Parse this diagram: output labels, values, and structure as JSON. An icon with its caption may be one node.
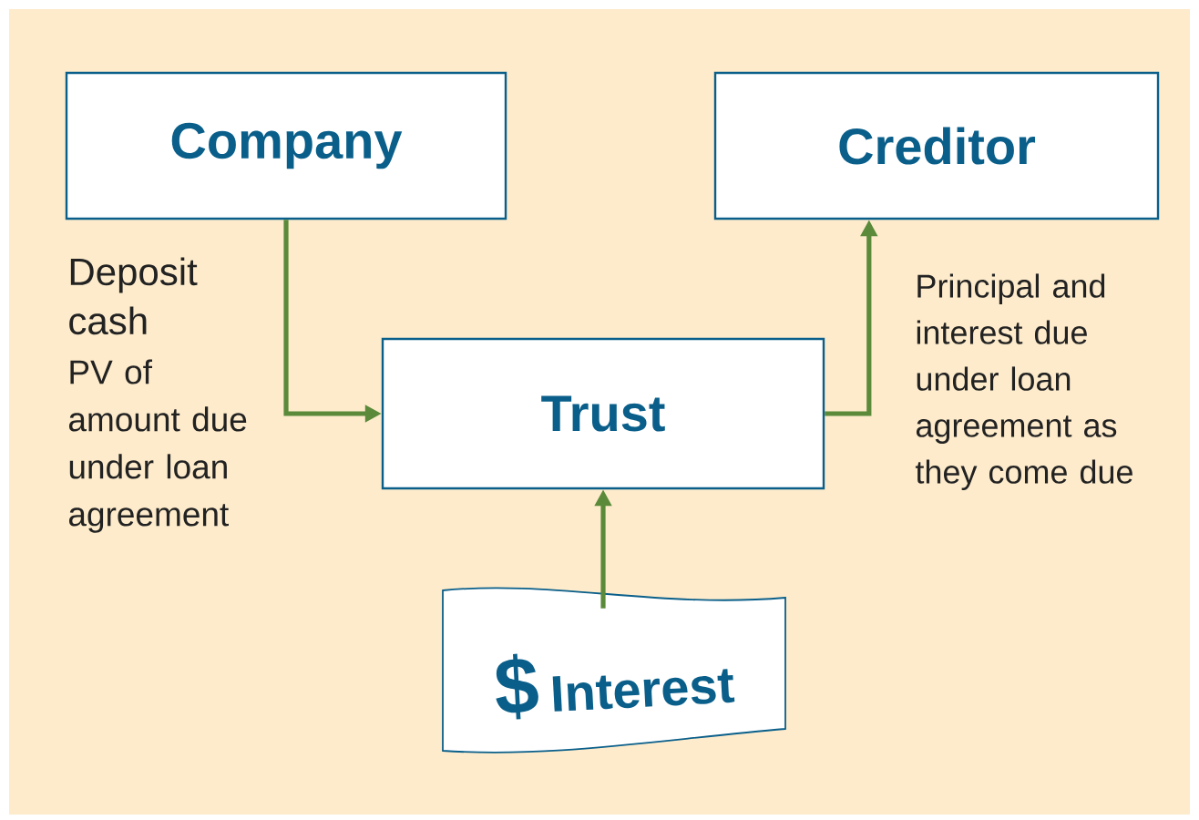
{
  "diagram": {
    "nodes": [
      {
        "text": [
          "Company"
        ]
      },
      {
        "text": [
          "Creditor"
        ]
      },
      {
        "text": [
          "Trust"
        ]
      },
      {
        "text": [
          "$",
          "Interest"
        ]
      }
    ],
    "edges": [
      {
        "from": 0,
        "to": 2,
        "arrow": "to"
      },
      {
        "from": 2,
        "to": 1,
        "arrow": "to"
      },
      {
        "from": 3,
        "to": 2,
        "arrow": "to"
      }
    ],
    "labels": [
      "Deposit cash",
      "PV of amount due under loan agreement",
      "Principal and interest due under loan agreement as they come due"
    ]
  }
}
